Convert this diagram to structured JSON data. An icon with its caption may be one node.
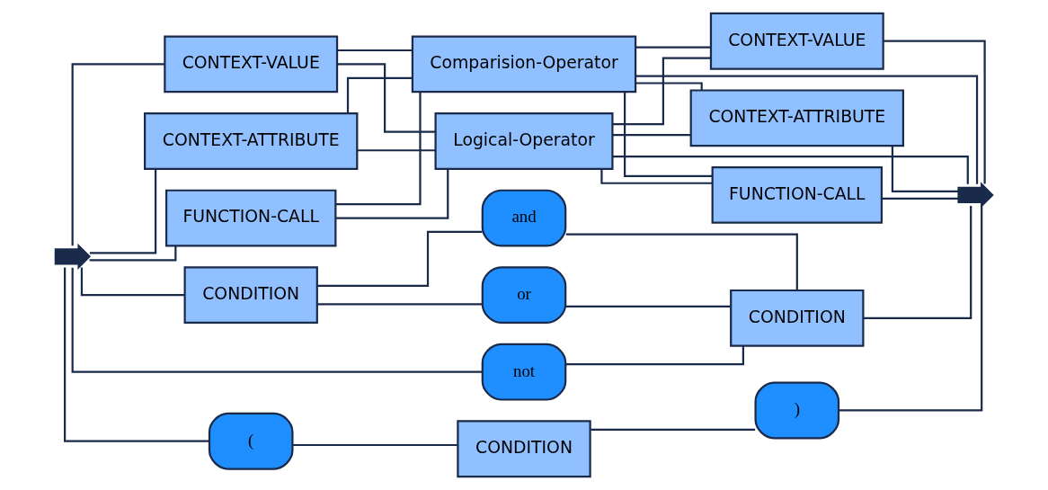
{
  "diagram": {
    "nodes": [
      {
        "text": [],
        "shape": "arrow"
      },
      {
        "text": [
          "CONTEXT-VALUE"
        ]
      },
      {
        "text": [
          "CONTEXT-ATTRIBUTE"
        ]
      },
      {
        "text": [
          "FUNCTION-CALL"
        ]
      },
      {
        "text": [
          "Comparision-Operator"
        ]
      },
      {
        "text": [
          "Logical-Operator"
        ]
      },
      {
        "text": [
          "CONTEXT-VALUE"
        ]
      },
      {
        "text": [
          "CONTEXT-ATTRIBUTE"
        ]
      },
      {
        "text": [
          "FUNCTION-CALL"
        ]
      },
      {
        "text": [
          "CONDITION"
        ]
      },
      {
        "text": [
          "and"
        ]
      },
      {
        "text": [
          "or"
        ]
      },
      {
        "text": [
          "not"
        ]
      },
      {
        "text": [
          "CONDITION"
        ]
      },
      {
        "text": [
          "("
        ]
      },
      {
        "text": [
          "CONDITION"
        ]
      },
      {
        "text": [
          ")"
        ]
      },
      {
        "text": [],
        "shape": "arrow"
      }
    ],
    "edges": [
      {
        "from": 0,
        "to": 1,
        "arrow": "none"
      },
      {
        "from": 0,
        "to": 2,
        "arrow": "none"
      },
      {
        "from": 0,
        "to": 3,
        "arrow": "none"
      },
      {
        "from": 1,
        "to": 4,
        "arrow": "none"
      },
      {
        "from": 1,
        "to": 5,
        "arrow": "none"
      },
      {
        "from": 2,
        "to": 4,
        "arrow": "none"
      },
      {
        "from": 2,
        "to": 5,
        "arrow": "none"
      },
      {
        "from": 3,
        "to": 4,
        "arrow": "none"
      },
      {
        "from": 3,
        "to": 5,
        "arrow": "none"
      },
      {
        "from": 4,
        "to": 17,
        "arrow": "none"
      },
      {
        "from": 5,
        "to": 17,
        "arrow": "none"
      },
      {
        "from": 4,
        "to": 6,
        "arrow": "none"
      },
      {
        "from": 4,
        "to": 7,
        "arrow": "none"
      },
      {
        "from": 4,
        "to": 8,
        "arrow": "none"
      },
      {
        "from": 5,
        "to": 6,
        "arrow": "none"
      },
      {
        "from": 5,
        "to": 7,
        "arrow": "none"
      },
      {
        "from": 5,
        "to": 8,
        "arrow": "none"
      },
      {
        "from": 6,
        "to": 17,
        "arrow": "none"
      },
      {
        "from": 7,
        "to": 17,
        "arrow": "none"
      },
      {
        "from": 8,
        "to": 17,
        "arrow": "none"
      },
      {
        "from": 0,
        "to": 9,
        "arrow": "none"
      },
      {
        "from": 0,
        "to": 12,
        "arrow": "none"
      },
      {
        "from": 9,
        "to": 10,
        "arrow": "none"
      },
      {
        "from": 9,
        "to": 11,
        "arrow": "none"
      },
      {
        "from": 10,
        "to": 13,
        "arrow": "none"
      },
      {
        "from": 11,
        "to": 13,
        "arrow": "none"
      },
      {
        "from": 12,
        "to": 13,
        "arrow": "none"
      },
      {
        "from": 13,
        "to": 17,
        "arrow": "none"
      },
      {
        "from": 0,
        "to": 14,
        "arrow": "none"
      },
      {
        "from": 14,
        "to": 15,
        "arrow": "none"
      },
      {
        "from": 15,
        "to": 16,
        "arrow": "none"
      },
      {
        "from": 16,
        "to": 17,
        "arrow": "none"
      }
    ]
  }
}
